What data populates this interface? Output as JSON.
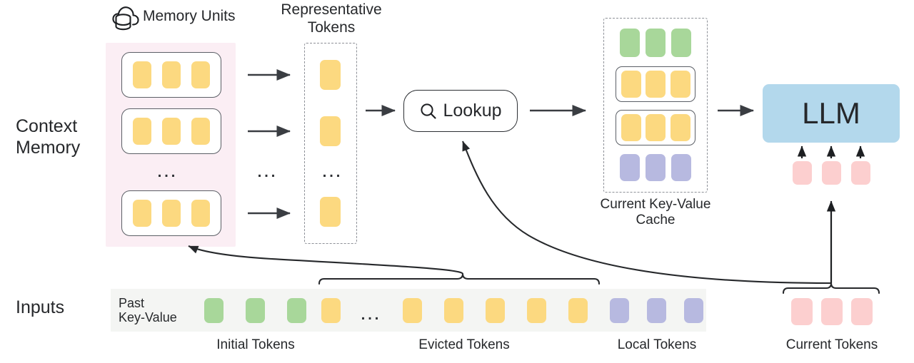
{
  "diagram": {
    "title_row": {
      "memory_units": "Memory Units",
      "representative_tokens": "Representative\nTokens"
    },
    "side_labels": {
      "context_memory": "Context\nMemory",
      "inputs": "Inputs"
    },
    "lookup": {
      "label": "Lookup",
      "icon": "search-icon"
    },
    "kv_cache": {
      "caption": "Current Key-Value\nCache"
    },
    "llm": {
      "label": "LLM"
    },
    "inputs_row": {
      "past_kv_label": "Past\nKey-Value",
      "ellipsis": "…",
      "captions": {
        "initial": "Initial Tokens",
        "evicted": "Evicted Tokens",
        "local": "Local Tokens",
        "current": "Current Tokens"
      },
      "tokens": [
        {
          "kind": "green"
        },
        {
          "kind": "green"
        },
        {
          "kind": "green"
        },
        {
          "kind": "yellow"
        },
        {
          "kind": "ellipsis"
        },
        {
          "kind": "yellow"
        },
        {
          "kind": "yellow"
        },
        {
          "kind": "yellow"
        },
        {
          "kind": "yellow"
        },
        {
          "kind": "yellow"
        },
        {
          "kind": "purple"
        },
        {
          "kind": "purple"
        },
        {
          "kind": "purple"
        }
      ],
      "current_tokens": [
        {
          "kind": "pink"
        },
        {
          "kind": "pink"
        },
        {
          "kind": "pink"
        }
      ]
    },
    "context_memory": {
      "units": [
        {
          "tokens": [
            "yellow",
            "yellow",
            "yellow"
          ]
        },
        {
          "tokens": [
            "yellow",
            "yellow",
            "yellow"
          ]
        },
        {
          "tokens": [
            "yellow",
            "yellow",
            "yellow"
          ]
        }
      ],
      "ellipsis": "…"
    },
    "representative_tokens": {
      "tokens": [
        "yellow",
        "yellow",
        "yellow"
      ],
      "ellipsis": "…"
    },
    "kv_cache_rows": [
      {
        "type": "plain",
        "color": "green"
      },
      {
        "type": "grouped",
        "color": "yellow"
      },
      {
        "type": "grouped",
        "color": "yellow"
      },
      {
        "type": "plain",
        "color": "purple"
      }
    ],
    "llm_output_tokens": [
      {
        "kind": "pink"
      },
      {
        "kind": "pink"
      },
      {
        "kind": "pink"
      }
    ],
    "colors": {
      "yellow": "#fcd980",
      "green": "#a8d79a",
      "purple": "#b7b9e0",
      "pink": "#fccfcf",
      "context_panel": "#fbeef4",
      "llm_box": "#b3d8ec",
      "inputs_strip": "#f4f5f3",
      "stroke": "#2c2f33",
      "dashed": "#8d9097"
    }
  }
}
